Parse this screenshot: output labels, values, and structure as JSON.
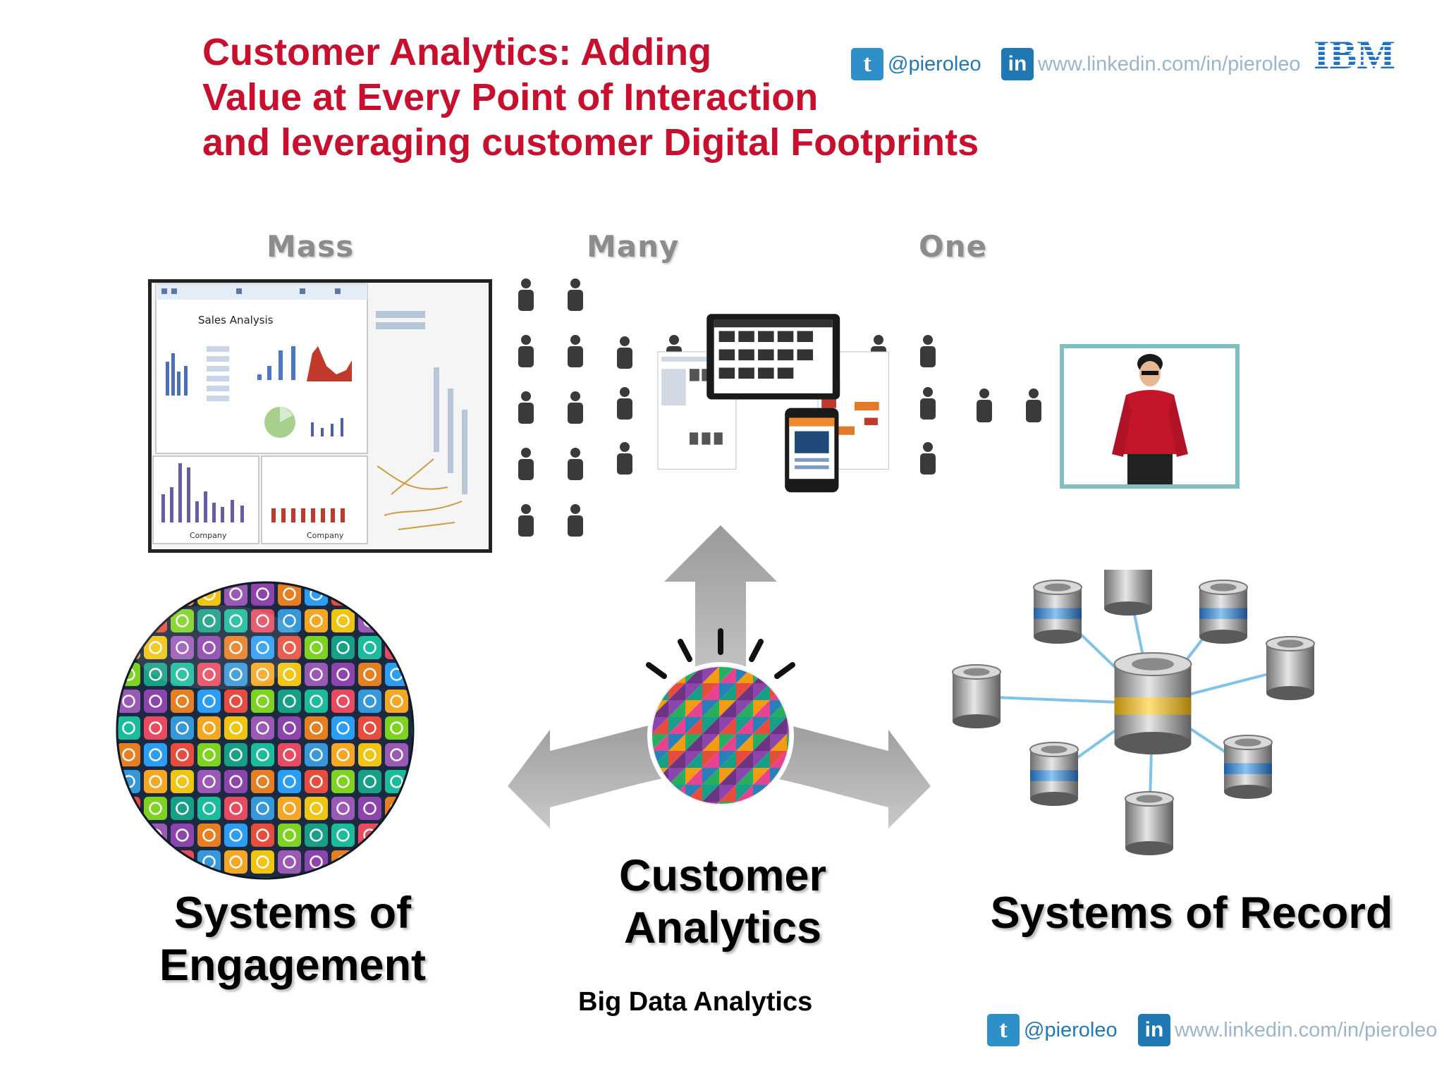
{
  "title": {
    "line1": "Customer Analytics: Adding",
    "line2": "Value at Every Point of Interaction",
    "line3": "and leveraging customer Digital Footprints",
    "color": "#c8102e"
  },
  "header_social": {
    "twitter_handle": "@pieroleo",
    "linkedin_url": "www.linkedin.com/in/pieroleo",
    "twitter_icon_glyph": "t",
    "linkedin_icon_glyph": "in"
  },
  "brand": {
    "logo_name": "ibm-logo",
    "logo_text": "IBM",
    "color": "#1f70c1"
  },
  "stages": {
    "mass": "Mass",
    "many": "Many",
    "one": "One"
  },
  "mass_panel": {
    "dashboard_title": "Sales Analysis",
    "axis_label_1": "Company",
    "axis_label_2": "Company"
  },
  "systems": {
    "engagement_line1": "Systems of",
    "engagement_line2": "Engagement",
    "analytics_line1": "Customer",
    "analytics_line2": "Analytics",
    "analytics_sub": "Big Data Analytics",
    "record": "Systems of Record"
  },
  "footer_social": {
    "twitter_handle": "@pieroleo",
    "linkedin_url": "www.linkedin.com/in/pieroleo",
    "twitter_icon_glyph": "t",
    "linkedin_icon_glyph": "in"
  },
  "colors": {
    "link_blue": "#1f79b8",
    "link_grey": "#9ab6cc",
    "stage_grey": "#8c8c8c",
    "frame_teal": "#7fbfbf"
  }
}
